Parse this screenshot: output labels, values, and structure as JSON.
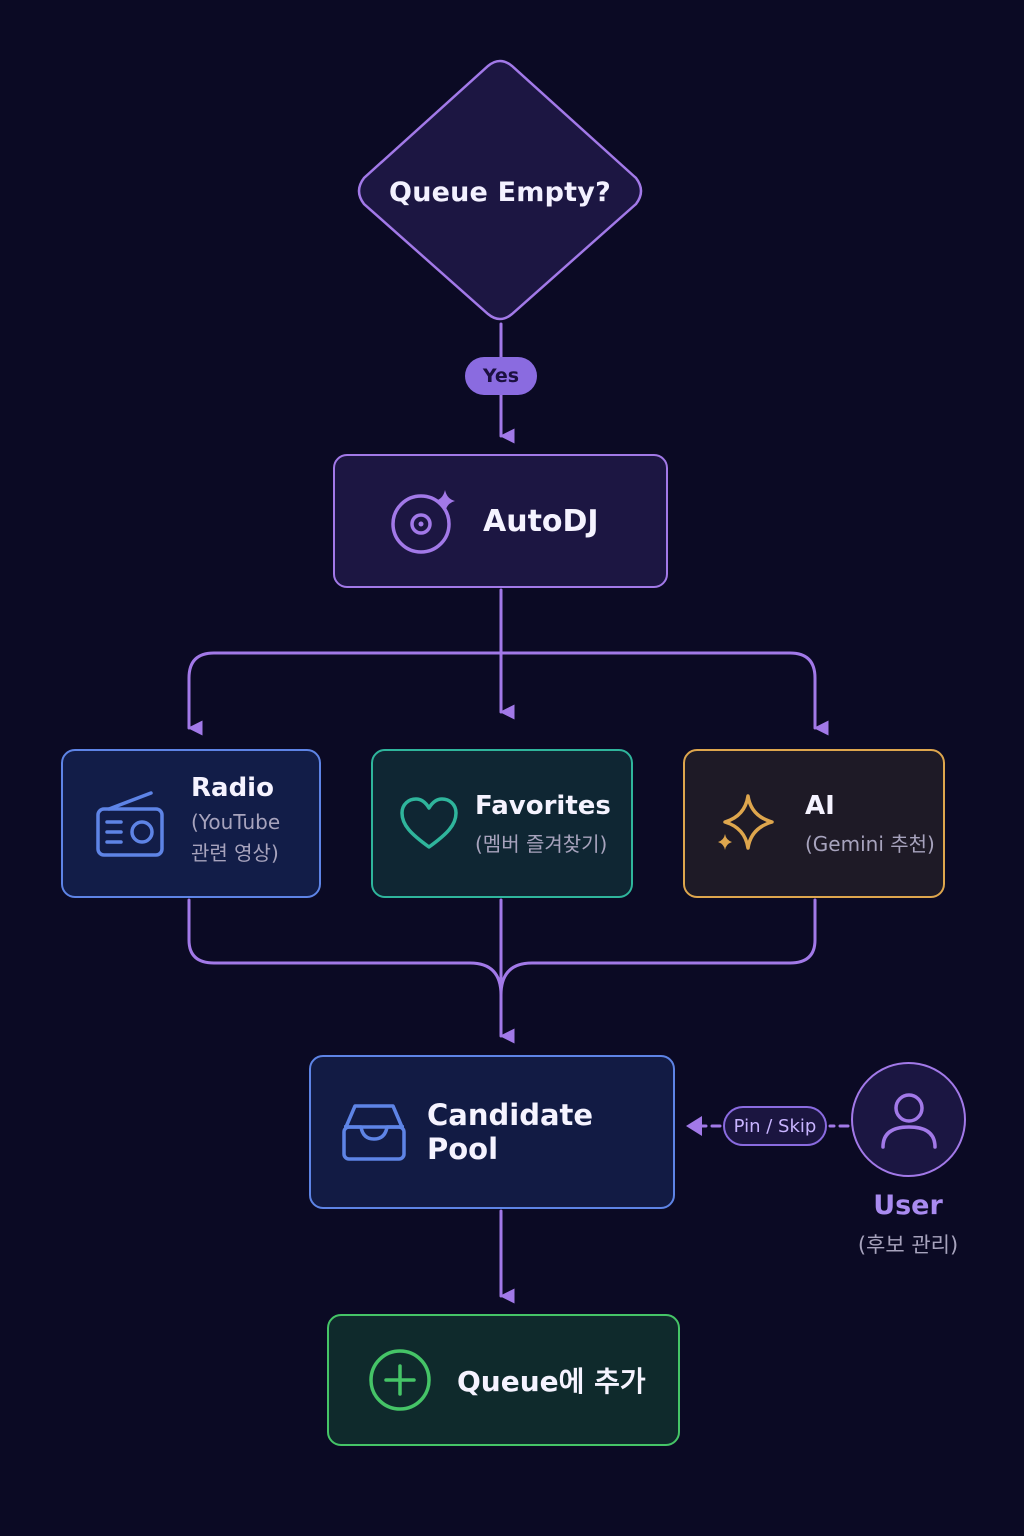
{
  "decision": {
    "label": "Queue Empty?"
  },
  "edges": {
    "yes_label": "Yes"
  },
  "autodj": {
    "label": "AutoDJ",
    "icon": "disc-sparkle-icon"
  },
  "sources": {
    "radio": {
      "title": "Radio",
      "sub_line1": "(YouTube",
      "sub_line2": "관련 영상)",
      "icon": "radio-icon"
    },
    "favorites": {
      "title": "Favorites",
      "sub": "(멤버 즐겨찾기)",
      "icon": "heart-icon"
    },
    "ai": {
      "title": "AI",
      "sub": "(Gemini 추천)",
      "icon": "sparkle-icon"
    }
  },
  "candidate_pool": {
    "label": "Candidate Pool",
    "icon": "inbox-icon"
  },
  "queue_add": {
    "label": "Queue에 추가",
    "icon": "plus-circle-icon"
  },
  "user": {
    "label": "User",
    "sub": "(후보 관리)",
    "action": "Pin / Skip",
    "icon": "user-icon"
  },
  "colors": {
    "background": "#0b0a24",
    "purple": "#a279e8",
    "blue": "#5e84e6",
    "teal": "#2fb59c",
    "gold": "#dea64d",
    "green": "#45c467"
  }
}
